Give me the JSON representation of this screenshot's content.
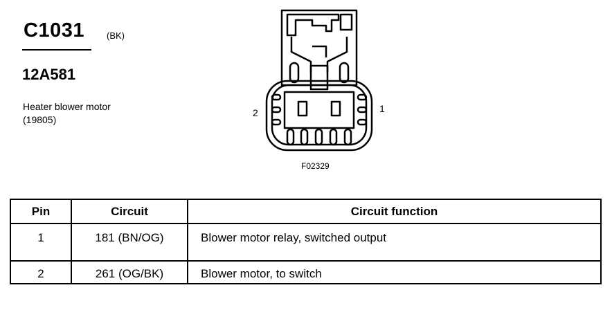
{
  "connector": {
    "id": "C1031",
    "color_code": "(BK)",
    "part_number": "12A581",
    "component_name": "Heater blower motor",
    "component_number": "(19805)"
  },
  "diagram": {
    "pin_label_left": "2",
    "pin_label_right": "1",
    "figure_id": "F02329"
  },
  "table": {
    "headers": {
      "pin": "Pin",
      "circuit": "Circuit",
      "function": "Circuit function"
    },
    "rows": [
      {
        "pin": "1",
        "circuit": "181 (BN/OG)",
        "function": "Blower motor relay, switched output"
      },
      {
        "pin": "2",
        "circuit": "261 (OG/BK)",
        "function": "Blower motor, to switch"
      }
    ]
  }
}
